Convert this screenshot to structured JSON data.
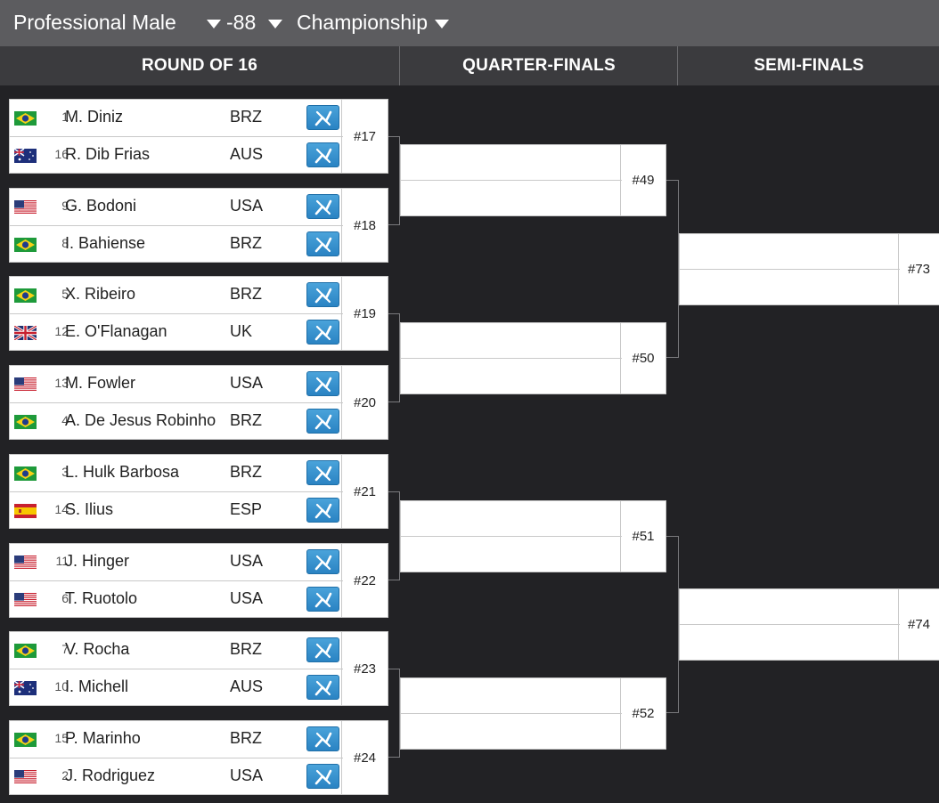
{
  "filters": {
    "division": "Professional Male",
    "weight": "-88",
    "event": "Championship"
  },
  "rounds": [
    "ROUND OF 16",
    "QUARTER-FINALS",
    "SEMI-FINALS"
  ],
  "round_of_16": [
    {
      "match": "#17",
      "top": {
        "flag": "br",
        "seed": "1",
        "name": "M. Diniz",
        "country": "BRZ"
      },
      "bottom": {
        "flag": "au",
        "seed": "16",
        "name": "R. Dib Frias",
        "country": "AUS"
      }
    },
    {
      "match": "#18",
      "top": {
        "flag": "us",
        "seed": "9",
        "name": "G. Bodoni",
        "country": "USA"
      },
      "bottom": {
        "flag": "br",
        "seed": "8",
        "name": "I. Bahiense",
        "country": "BRZ"
      }
    },
    {
      "match": "#19",
      "top": {
        "flag": "br",
        "seed": "5",
        "name": "X. Ribeiro",
        "country": "BRZ"
      },
      "bottom": {
        "flag": "uk",
        "seed": "12",
        "name": "E. O'Flanagan",
        "country": "UK"
      }
    },
    {
      "match": "#20",
      "top": {
        "flag": "us",
        "seed": "13",
        "name": "M. Fowler",
        "country": "USA"
      },
      "bottom": {
        "flag": "br",
        "seed": "4",
        "name": "A. De Jesus Robinho",
        "country": "BRZ"
      }
    },
    {
      "match": "#21",
      "top": {
        "flag": "br",
        "seed": "3",
        "name": "L. Hulk Barbosa",
        "country": "BRZ"
      },
      "bottom": {
        "flag": "es",
        "seed": "14",
        "name": "S. Ilius",
        "country": "ESP"
      }
    },
    {
      "match": "#22",
      "top": {
        "flag": "us",
        "seed": "11",
        "name": "J. Hinger",
        "country": "USA"
      },
      "bottom": {
        "flag": "us",
        "seed": "6",
        "name": "T. Ruotolo",
        "country": "USA"
      }
    },
    {
      "match": "#23",
      "top": {
        "flag": "br",
        "seed": "7",
        "name": "V. Rocha",
        "country": "BRZ"
      },
      "bottom": {
        "flag": "au",
        "seed": "10",
        "name": "I. Michell",
        "country": "AUS"
      }
    },
    {
      "match": "#24",
      "top": {
        "flag": "br",
        "seed": "15",
        "name": "P. Marinho",
        "country": "BRZ"
      },
      "bottom": {
        "flag": "us",
        "seed": "2",
        "name": "J. Rodriguez",
        "country": "USA"
      }
    }
  ],
  "quarter_finals": [
    "#49",
    "#50",
    "#51",
    "#52"
  ],
  "semi_finals": [
    "#73",
    "#74"
  ],
  "colors": {
    "background": "#222225",
    "topbar": "#5c5c5f",
    "roundbar": "#3b3b3e",
    "video_button": "#3a93cf"
  }
}
